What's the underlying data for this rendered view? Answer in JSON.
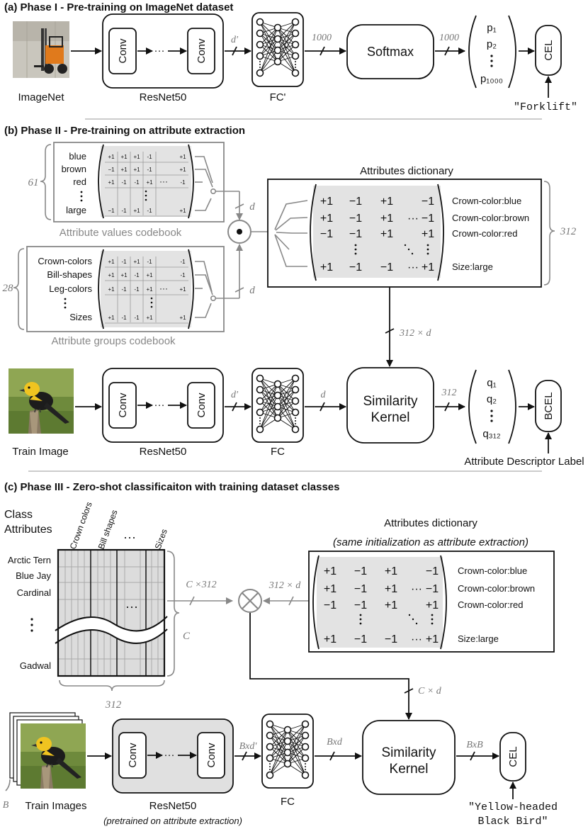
{
  "phase1": {
    "title": "(a) Phase I - Pre-training on ImageNet dataset",
    "image_label": "ImageNet",
    "conv": "Conv",
    "dots": "···",
    "backbone_label": "ResNet50",
    "fc_label": "FC'",
    "dim_d_prime": "d'",
    "dim_1000": "1000",
    "softmax": "Softmax",
    "out_top": "p₁",
    "out_second": "p₂",
    "out_last": "p₁₀₀₀",
    "loss": "CEL",
    "target": "\"Forklift\""
  },
  "phase2": {
    "title": "(b) Phase II - Pre-training on attribute extraction",
    "values_codebook": {
      "count": "61",
      "rows": [
        "blue",
        "brown",
        "red",
        "large"
      ],
      "label": "Attribute values codebook",
      "row_cells": [
        [
          "+1",
          "+1",
          "+1",
          "-1",
          "",
          "+1"
        ],
        [
          "−1",
          "+1",
          "+1",
          "-1",
          "",
          "+1"
        ],
        [
          "+1",
          "-1",
          "-1",
          "+1",
          "···",
          "-1"
        ],
        [
          "−1",
          "-1",
          "+1",
          "-1",
          "",
          "+1"
        ]
      ]
    },
    "groups_codebook": {
      "count": "28",
      "rows": [
        "Crown-colors",
        "Bill-shapes",
        "Leg-colors",
        "Sizes"
      ],
      "label": "Attribute groups codebook",
      "row_cells": [
        [
          "+1",
          "-1",
          "+1",
          "-1",
          "",
          "-1"
        ],
        [
          "+1",
          "+1",
          "-1",
          "+1",
          "",
          "-1"
        ],
        [
          "+1",
          "-1",
          "-1",
          "+1",
          "···",
          "+1"
        ],
        [
          "+1",
          "-1",
          "-1",
          "+1",
          "",
          "+1"
        ]
      ]
    },
    "dim_d": "d",
    "dictionary": {
      "title": "Attributes dictionary",
      "rows": [
        {
          "cells": [
            "+1",
            "−1",
            "+1",
            "",
            "−1"
          ],
          "label": "Crown-color:blue"
        },
        {
          "cells": [
            "+1",
            "−1",
            "+1",
            "···",
            "−1"
          ],
          "label": "Crown-color:brown"
        },
        {
          "cells": [
            "−1",
            "−1",
            "+1",
            "",
            "+1"
          ],
          "label": "Crown-color:red"
        },
        {
          "cells": [
            "+1",
            "−1",
            "−1",
            "···",
            "+1"
          ],
          "label": "Size:large"
        }
      ],
      "count": "312"
    },
    "dim_312d": "312 × d",
    "image_label": "Train Image",
    "conv": "Conv",
    "backbone_label": "ResNet50",
    "fc_label": "FC",
    "dim_d_prime": "d'",
    "kernel_line1": "Similarity",
    "kernel_line2": "Kernel",
    "dim_312": "312",
    "out_top": "q₁",
    "out_second": "q₂",
    "out_last": "q₃₁₂",
    "loss": "BCEL",
    "target": "Attribute Descriptor Label"
  },
  "phase3": {
    "title": "(c) Phase III - Zero-shot classificaiton with training dataset classes",
    "class_attr_line1": "Class",
    "class_attr_line2": "Attributes",
    "col_headers": [
      "Crown colors",
      "Bill shapes",
      "Sizes"
    ],
    "rows": [
      "Arctic Tern",
      "Blue Jay",
      "Cardinal",
      "Gadwal"
    ],
    "dim_C": "C",
    "dim_312": "312",
    "dim_C312": "C ×312",
    "dim_312d": "312 × d",
    "dictionary": {
      "title": "Attributes dictionary",
      "subtitle": "(same initialization as attribute extraction)",
      "rows": [
        {
          "cells": [
            "+1",
            "−1",
            "+1",
            "",
            "−1"
          ],
          "label": "Crown-color:blue"
        },
        {
          "cells": [
            "+1",
            "−1",
            "+1",
            "···",
            "−1"
          ],
          "label": "Crown-color:brown"
        },
        {
          "cells": [
            "−1",
            "−1",
            "+1",
            "",
            "+1"
          ],
          "label": "Crown-color:red"
        },
        {
          "cells": [
            "+1",
            "−1",
            "−1",
            "···",
            "+1"
          ],
          "label": "Size:large"
        }
      ]
    },
    "dim_Cd": "C × d",
    "image_label": "Train Images",
    "batch": "B",
    "conv": "Conv",
    "backbone_label": "ResNet50",
    "backbone_note": "(pretrained on attribute extraction)",
    "fc_label": "FC",
    "dim_Bd_prime": "Bxd'",
    "dim_Bd": "Bxd",
    "kernel_line1": "Similarity",
    "kernel_line2": "Kernel",
    "dim_BB": "BxB",
    "loss": "CEL",
    "target_line1": "\"Yellow-headed",
    "target_line2": "Black Bird\""
  },
  "colors": {
    "line": "#111111",
    "gray": "#888888",
    "fill": "#e3e3e3",
    "forklift": "#e07a1c"
  }
}
